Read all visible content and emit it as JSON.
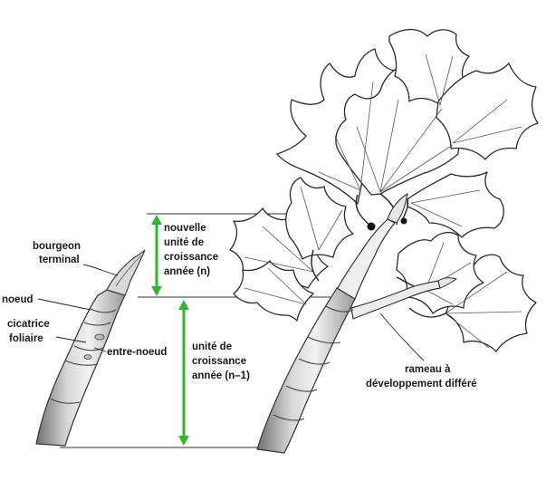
{
  "labels": {
    "bourgeon_terminal": [
      "bourgeon",
      "terminal"
    ],
    "noeud": "noeud",
    "cicatrice_foliaire": [
      "cicatrice",
      "foliaire"
    ],
    "entre_noeud": "entre-noeud",
    "nouvelle_unite": [
      "nouvelle",
      "unité de",
      "croissance",
      "année (n)"
    ],
    "unite_precedente": [
      "unité de",
      "croissance",
      "année (n–1)"
    ],
    "rameau": [
      "rameau à",
      "développement différé"
    ]
  },
  "colors": {
    "arrow": "#2eb82e",
    "outline": "#2a2a2a",
    "bark_light": "#e6e6e6",
    "bark_dark": "#8a8a8a"
  }
}
